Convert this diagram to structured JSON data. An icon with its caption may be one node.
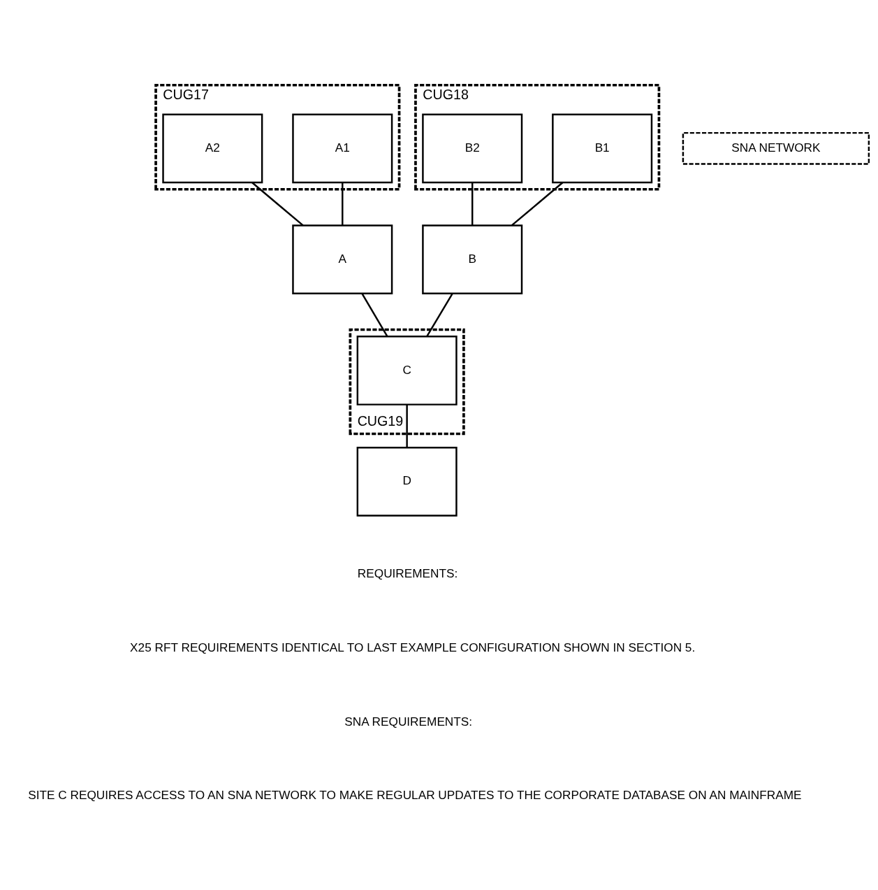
{
  "diagram": {
    "nodes": [
      {
        "text": [
          "CUG17"
        ]
      },
      {
        "text": [
          "A1"
        ],
        "in": 0
      },
      {
        "text": [
          "A2"
        ],
        "in": 0
      },
      {
        "text": [
          "CUG18"
        ]
      },
      {
        "text": [
          "B1"
        ],
        "in": 3
      },
      {
        "text": [
          "B2"
        ],
        "in": 3
      },
      {
        "text": [
          "CUG19"
        ]
      },
      {
        "text": [
          "A"
        ]
      },
      {
        "text": [
          "B"
        ]
      },
      {
        "text": [
          "C"
        ],
        "in": 6
      },
      {
        "text": [
          "SNA NETWORK"
        ]
      },
      {
        "text": [
          "D"
        ]
      }
    ],
    "edges": [
      {
        "from": 1,
        "to": 7,
        "arrow": "none"
      },
      {
        "from": 2,
        "to": 7,
        "arrow": "none"
      },
      {
        "from": 4,
        "to": 8,
        "arrow": "none"
      },
      {
        "from": 5,
        "to": 8,
        "arrow": "none"
      },
      {
        "from": 7,
        "to": 9,
        "arrow": "none"
      },
      {
        "from": 8,
        "to": 9,
        "arrow": "none"
      },
      {
        "from": 9,
        "to": 11,
        "arrow": "none"
      }
    ],
    "labels": [
      "REQUIREMENTS:",
      "X25 RFT REQUIREMENTS IDENTICAL TO LAST EXAMPLE CONFIGURATION SHOWN IN SECTION 5.",
      "SNA REQUIREMENTS:",
      "SITE C REQUIRES ACCESS TO AN SNA NETWORK TO MAKE REGULAR UPDATES TO THE CORPORATE DATABASE ON AN MAINFRAME"
    ]
  }
}
